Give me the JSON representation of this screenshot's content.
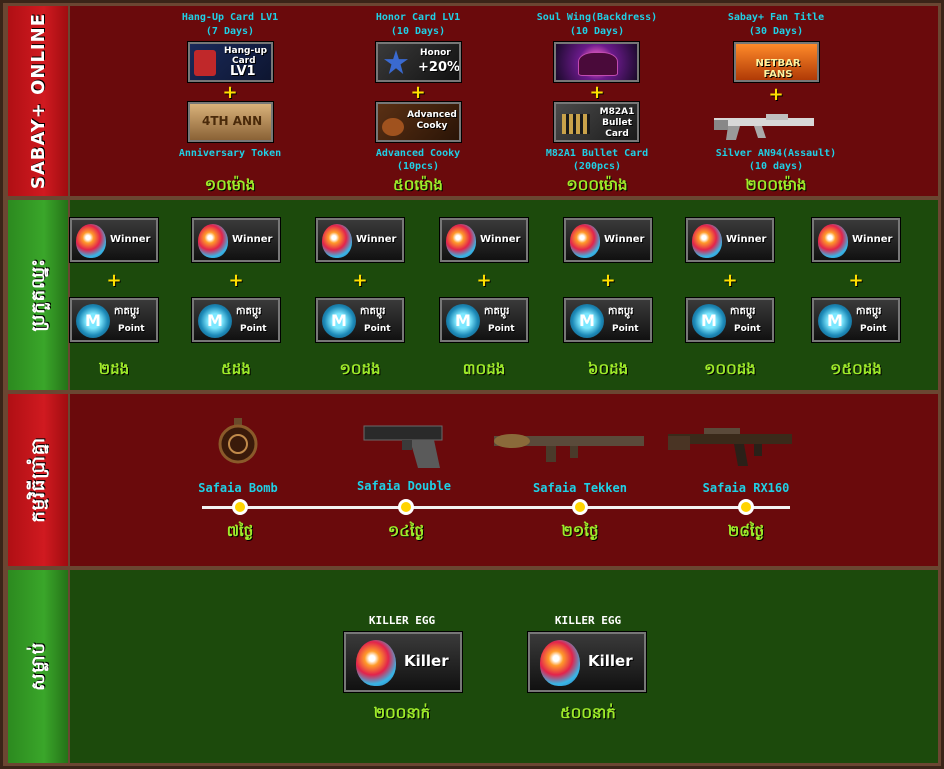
{
  "sections": {
    "online": {
      "tab_label": "SABAY+ ONLINE",
      "tiers": [
        {
          "top_label": "Hang-Up Card LV1",
          "top_sub": "(7 Days)",
          "top_card": [
            "Hang-up",
            "Card",
            "LV1"
          ],
          "bottom_card": "4TH ANN",
          "bottom_label": "Anniversary Token",
          "bottom_sub": "",
          "value": "១០ម៉ោង"
        },
        {
          "top_label": "Honor Card LV1",
          "top_sub": "(10 Days)",
          "top_card": [
            "Honor",
            "+20%"
          ],
          "bottom_card": "Advanced Cooky",
          "bottom_label": "Advanced Cooky",
          "bottom_sub": "(10pcs)",
          "value": "៥០ម៉ោង"
        },
        {
          "top_label": "Soul Wing(Backdress)",
          "top_sub": "(10 Days)",
          "top_card": [],
          "bottom_card": "M82A1 Bullet Card",
          "bottom_label": "M82A1 Bullet Card",
          "bottom_sub": "(200pcs)",
          "value": "១០០ម៉ោង"
        },
        {
          "top_label": "Sabay+ Fan Title",
          "top_sub": "(30 Days)",
          "top_card": [
            "NETBAR FANS"
          ],
          "bottom_card": "",
          "bottom_label": "Silver AN94(Assault)",
          "bottom_sub": "(10 days)",
          "value": "២០០ម៉ោង"
        }
      ]
    },
    "winner": {
      "tab_label": "ប្រកួតឈ្នះ",
      "top_card_label": "Winner",
      "bottom_card_label": "កាតប្តូរ",
      "bottom_card_sub": "Point",
      "values": [
        "២ដង",
        "៥ដង",
        "១០ដង",
        "៣០ដង",
        "៦០ដង",
        "១០០ដង",
        "១៥០ដង"
      ]
    },
    "mission": {
      "tab_label": "កម្មវិធីប្រាំគ្នា",
      "weapons": [
        {
          "name": "Safaia Bomb",
          "value": "៧ថ្ងៃ"
        },
        {
          "name": "Safaia Double",
          "value": "១៤ថ្ងៃ"
        },
        {
          "name": "Safaia Tekken",
          "value": "២១ថ្ងៃ"
        },
        {
          "name": "Safaia RX160",
          "value": "២៨ថ្ងៃ"
        }
      ]
    },
    "kill": {
      "tab_label": "សម្លាប់",
      "items": [
        {
          "title": "KILLER EGG",
          "card_label": "Killer",
          "value": "២០០នាក់"
        },
        {
          "title": "KILLER EGG",
          "card_label": "Killer",
          "value": "៥០០នាក់"
        }
      ]
    }
  }
}
